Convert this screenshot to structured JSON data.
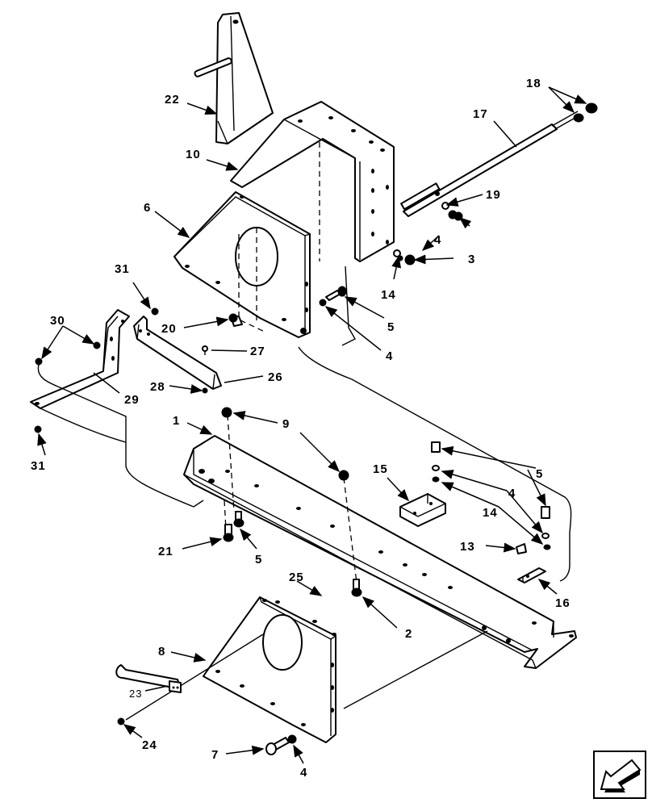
{
  "diagram": {
    "callouts": [
      {
        "label": "22"
      },
      {
        "label": "10"
      },
      {
        "label": "6"
      },
      {
        "label": "18"
      },
      {
        "label": "17"
      },
      {
        "label": "19"
      },
      {
        "label": "4"
      },
      {
        "label": "3"
      },
      {
        "label": "14"
      },
      {
        "label": "5"
      },
      {
        "label": "4"
      },
      {
        "label": "31"
      },
      {
        "label": "30"
      },
      {
        "label": "20"
      },
      {
        "label": "27"
      },
      {
        "label": "28"
      },
      {
        "label": "26"
      },
      {
        "label": "29"
      },
      {
        "label": "1"
      },
      {
        "label": "9"
      },
      {
        "label": "31"
      },
      {
        "label": "15"
      },
      {
        "label": "5"
      },
      {
        "label": "4"
      },
      {
        "label": "14"
      },
      {
        "label": "21"
      },
      {
        "label": "5"
      },
      {
        "label": "13"
      },
      {
        "label": "16"
      },
      {
        "label": "25"
      },
      {
        "label": "2"
      },
      {
        "label": "8"
      },
      {
        "label": "23"
      },
      {
        "label": "24"
      },
      {
        "label": "7"
      },
      {
        "label": "4"
      }
    ]
  },
  "navigation": {
    "next_arrow_icon": "arrow-down-left-icon"
  }
}
